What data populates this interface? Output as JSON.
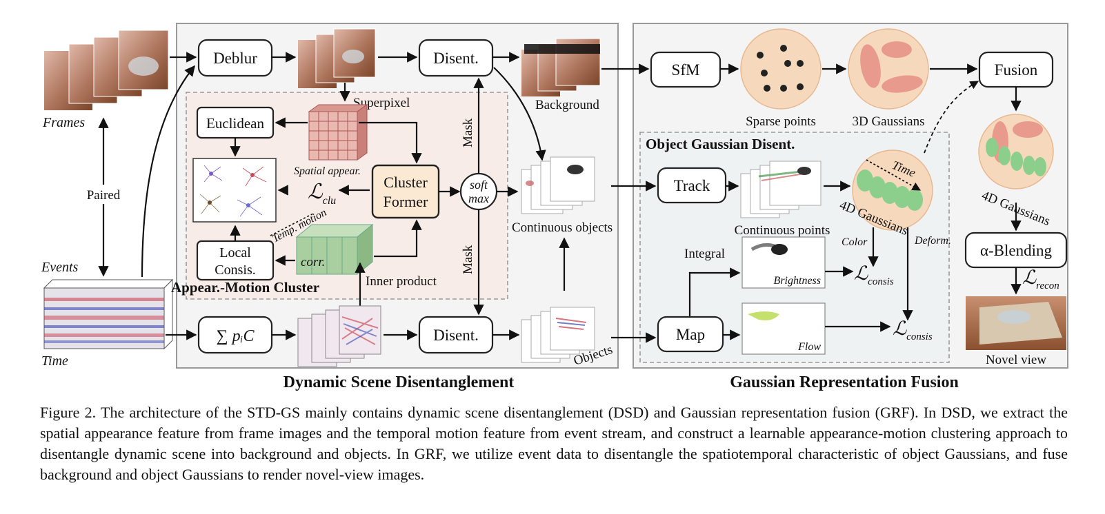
{
  "figure": {
    "frames_label": "Frames",
    "events_label": "Events",
    "time_label": "Time",
    "paired_label": "Paired",
    "deblur": "Deblur",
    "sum_pc": "∑ pᵢC",
    "disent_top": "Disent.",
    "disent_bottom": "Disent.",
    "superpixel": "Superpixel",
    "euclidean": "Euclidean",
    "spatial_appear": "Spatial appear.",
    "cluster_former_1": "Cluster",
    "cluster_former_2": "Former",
    "softmax_1": "soft",
    "softmax_2": "max",
    "loss_clu": "ℒ",
    "loss_clu_sub": "clu",
    "temp_motion": "Temp. motion",
    "corr": "corr.",
    "local_consis_1": "Local",
    "local_consis_2": "Consis.",
    "inner_product": "Inner product",
    "appear_motion_cluster": "Appear.-Motion Cluster",
    "mask_top": "Mask",
    "mask_bottom": "Mask",
    "background": "Background",
    "continuous_objects": "Continuous objects",
    "objects": "Objects",
    "dsd_title": "Dynamic Scene Disentanglement",
    "sfm": "SfM",
    "sparse_points": "Sparse points",
    "gaussians_3d": "3D Gaussians",
    "fusion": "Fusion",
    "gaussians_4d_right": "4D Gaussians",
    "object_gaussian_disent": "Object Gaussian Disent.",
    "track": "Track",
    "continuous_points": "Continuous points",
    "time_arrow": "Time",
    "gaussians_4d_mid": "4D Gaussians",
    "color": "Color",
    "deform": "Deform.",
    "integral": "Integral",
    "brightness": "Brightness",
    "loss_consis_1": "ℒ",
    "loss_consis_1_sub": "consis",
    "map": "Map",
    "flow": "Flow",
    "loss_consis_2": "ℒ",
    "loss_consis_2_sub": "consis",
    "alpha_blending": "α-Blending",
    "loss_recon": "ℒ",
    "loss_recon_sub": "recon",
    "novel_view": "Novel view",
    "grf_title": "Gaussian Representation Fusion"
  },
  "caption": {
    "text": "Figure 2. The architecture of the STD-GS mainly contains dynamic scene disentanglement (DSD) and Gaussian representation fusion (GRF). In DSD, we extract the spatial appearance feature from frame images and the temporal motion feature from event stream, and construct a learnable appearance-motion clustering approach to disentangle dynamic scene into background and objects. In GRF, we utilize event data to disentangle the spatiotemporal characteristic of object Gaussians, and fuse background and object Gaussians to render novel-view images."
  },
  "colors": {
    "panel_bg": "#f4f4f4",
    "cluster_bg": "#f8ece8",
    "object_gauss_bg": "#eef2f2",
    "circle_fill": "#f6d8bc",
    "ellipse_red": "#e89a8c",
    "ellipse_green": "#8ccf8c",
    "cluster_box": "#fbe9d4",
    "grid_pink": "#e9b8b0",
    "corr_green": "#a9cfa0"
  }
}
